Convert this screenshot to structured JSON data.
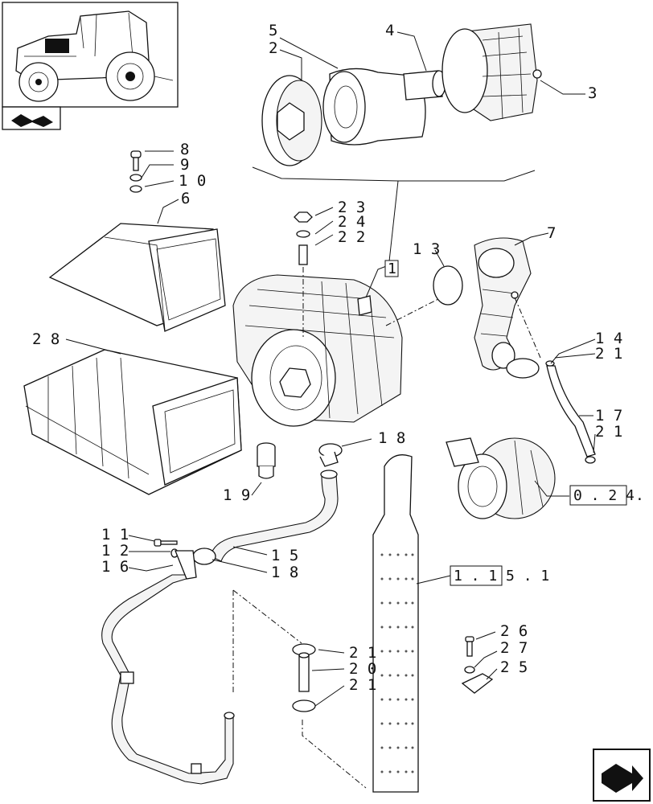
{
  "labels": {
    "p1": "1",
    "p2": "2",
    "p3": "3",
    "p4": "4",
    "p5": "5",
    "p6": "6",
    "p7": "7",
    "p8": "8",
    "p9": "9",
    "p10": "1 0",
    "p11": "1 1",
    "p12": "1 2",
    "p13": "1 3",
    "p14": "1 4",
    "p15": "1 5",
    "p16": "1 6",
    "p17": "1 7",
    "p18a": "1 8",
    "p18b": "1 8",
    "p19": "1 9",
    "p20": "2 0",
    "p21a": "2 1",
    "p21b": "2 1",
    "p21c": "2 1",
    "p21d": "2 1",
    "p22": "2 2",
    "p23": "2 3",
    "p24": "2 4",
    "p25": "2 5",
    "p26": "2 6",
    "p27": "2 7",
    "p28": "2 8"
  },
  "refs": {
    "ref_1": "1",
    "ref_turbo": "0 . 2 4",
    "ref_turbo_suffix": ".",
    "ref_exhaust": "1 . 1 5 . 1"
  },
  "icons": {
    "thumbnail": "tractor-thumbnail-icon",
    "nav_prev": "back-arrow-icon",
    "nav_next": "forward-arrow-icon"
  }
}
